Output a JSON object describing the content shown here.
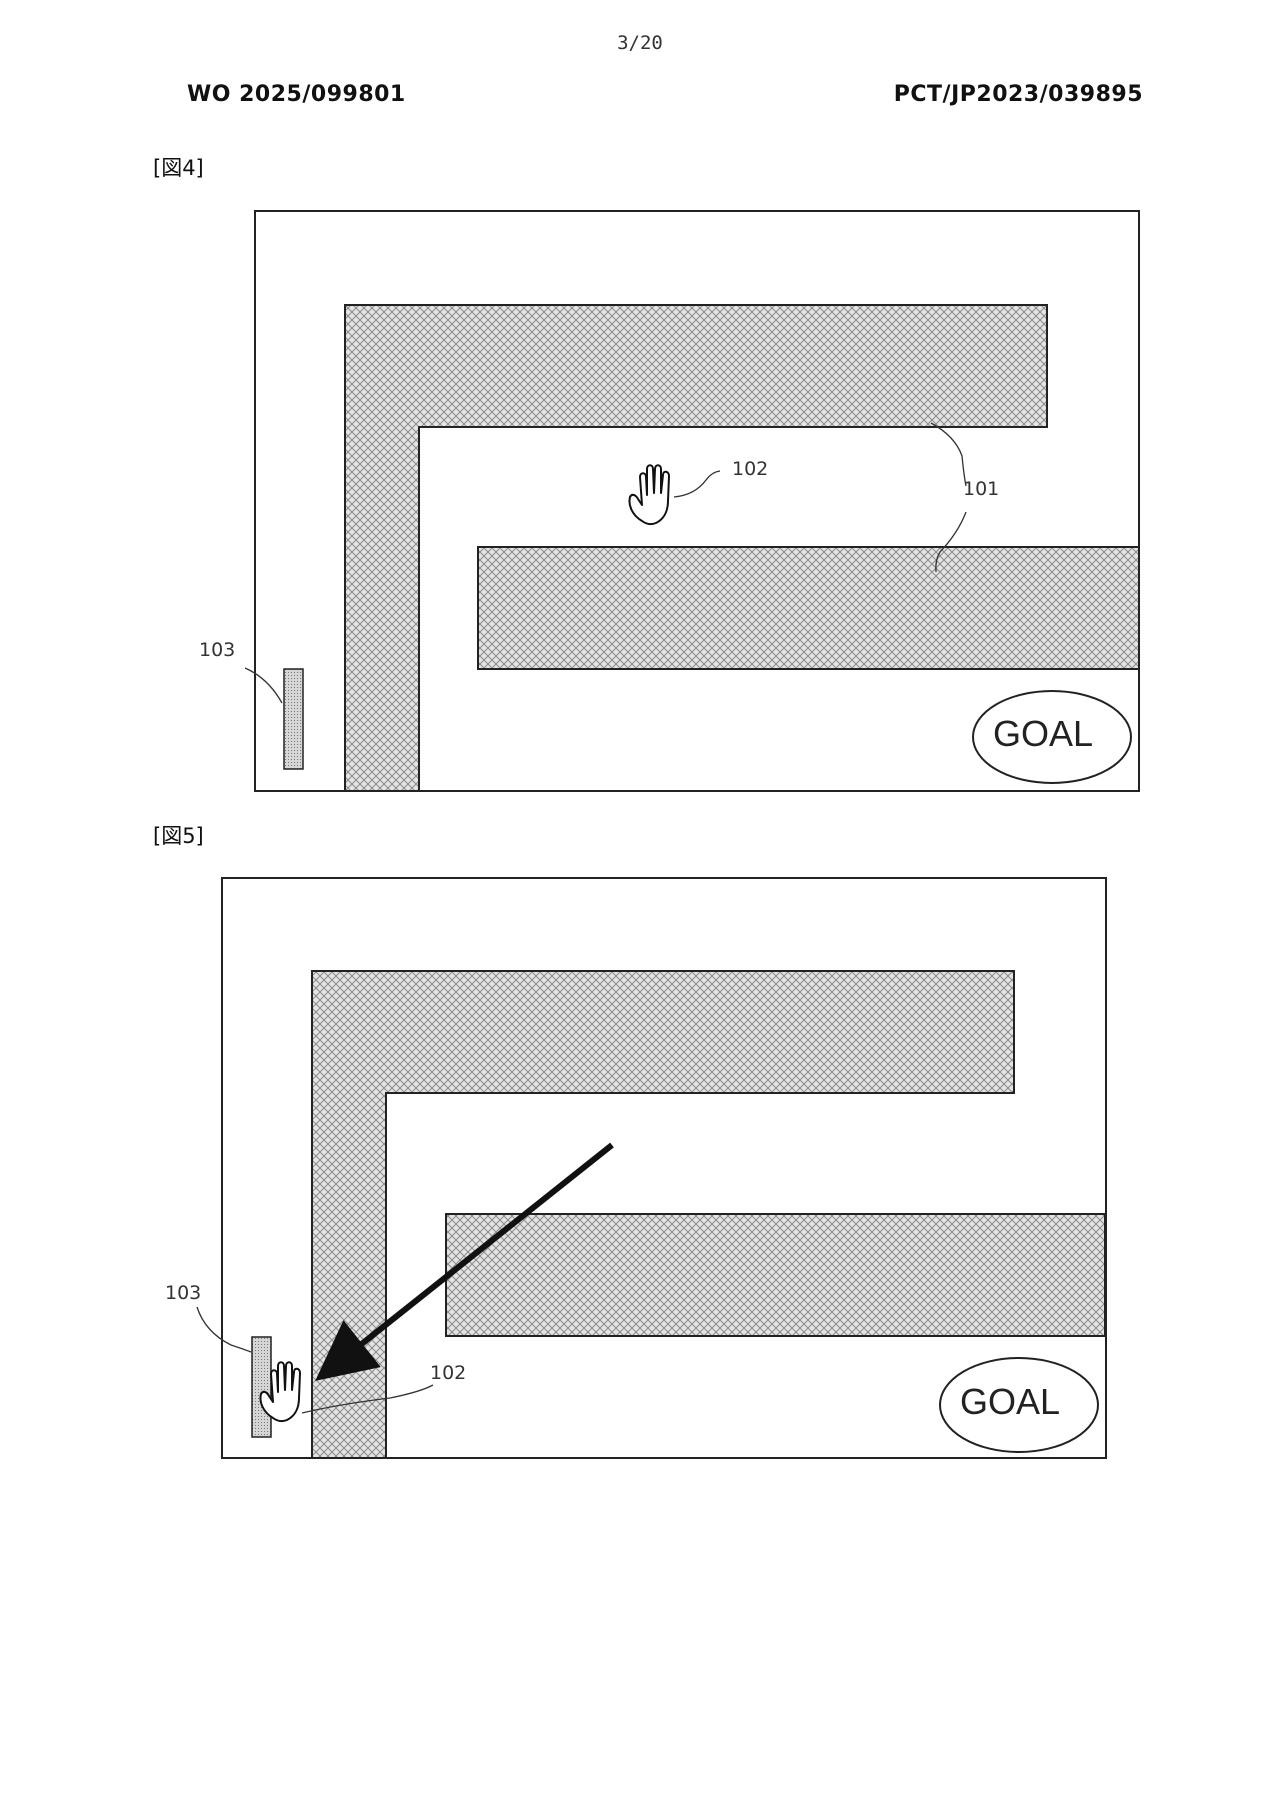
{
  "header": {
    "page_number": "3/20",
    "publication_number": "WO 2025/099801",
    "application_number": "PCT/JP2023/039895"
  },
  "figures": [
    {
      "label": "[図4]",
      "goal_text": "GOAL",
      "ref_track": "101",
      "ref_hand": "102",
      "ref_target": "103",
      "hand_icon": "hand-icon",
      "hatch_color": "#9a9a9a"
    },
    {
      "label": "[図5]",
      "goal_text": "GOAL",
      "ref_hand": "102",
      "ref_target": "103",
      "hand_icon": "hand-icon",
      "arrow_icon": "arrow-icon"
    }
  ]
}
